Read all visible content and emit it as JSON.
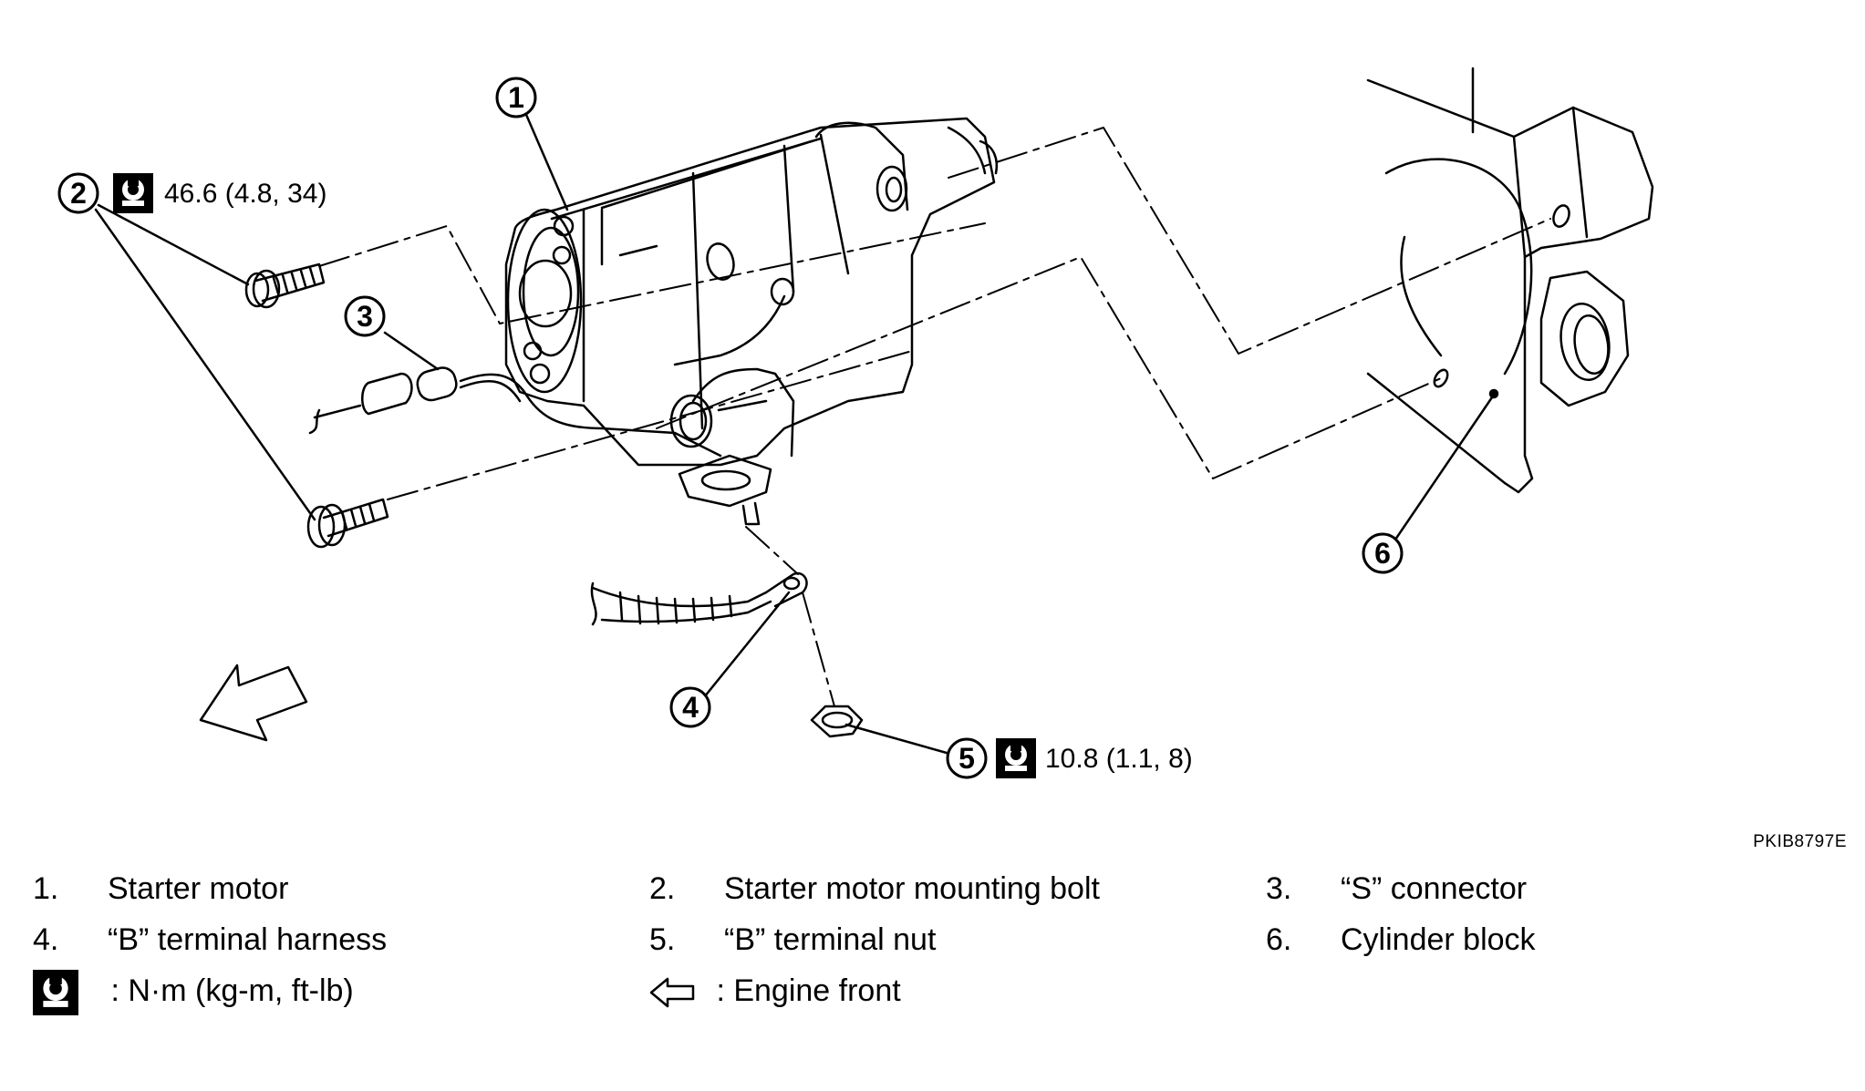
{
  "figure_code": "PKIB8797E",
  "callouts": {
    "c1": "1",
    "c2": "2",
    "c3": "3",
    "c4": "4",
    "c5": "5",
    "c6": "6"
  },
  "torques": {
    "bolt": "46.6 (4.8, 34)",
    "nut": "10.8 (1.1, 8)"
  },
  "legend": {
    "items": [
      {
        "num": "1.",
        "label": "Starter motor"
      },
      {
        "num": "2.",
        "label": "Starter motor mounting bolt"
      },
      {
        "num": "3.",
        "label": "“S” connector"
      },
      {
        "num": "4.",
        "label": "“B” terminal harness"
      },
      {
        "num": "5.",
        "label": "“B” terminal nut"
      },
      {
        "num": "6.",
        "label": "Cylinder block"
      }
    ],
    "torque_unit": ": N·m (kg-m, ft-lb)",
    "engine_front": ": Engine front"
  },
  "icons": [
    "torque-wrench-icon",
    "engine-front-arrow-icon"
  ]
}
